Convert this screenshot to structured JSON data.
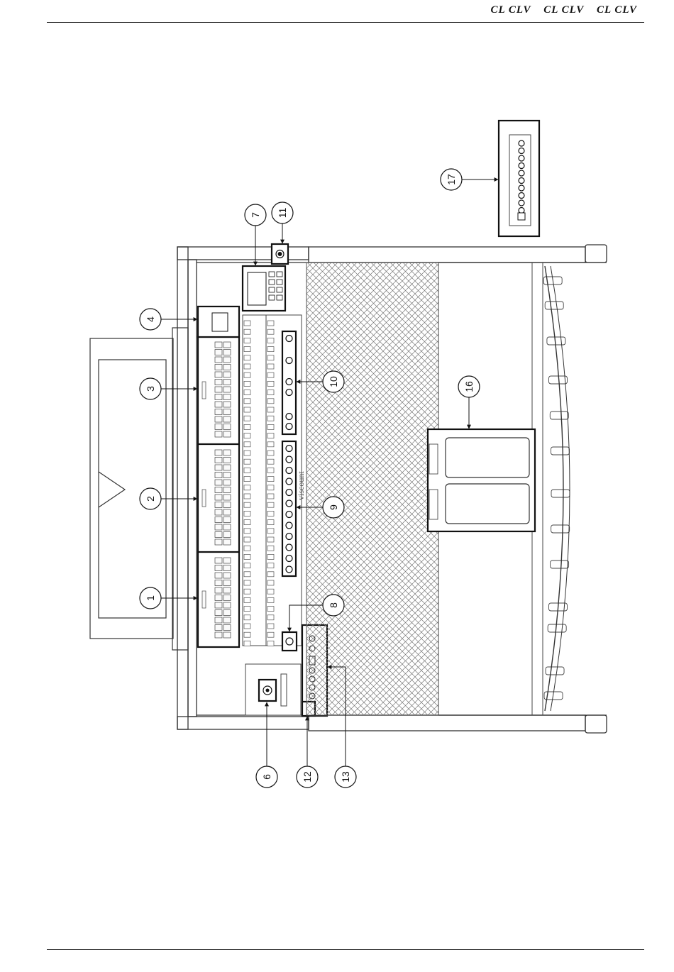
{
  "header": {
    "model_labels": [
      "CL CLV",
      "CL CLV",
      "CL CLV"
    ]
  },
  "console": {
    "brand_text": "viscount"
  },
  "callouts": [
    {
      "id": "1",
      "label": "1"
    },
    {
      "id": "2",
      "label": "2"
    },
    {
      "id": "3",
      "label": "3"
    },
    {
      "id": "4",
      "label": "4"
    },
    {
      "id": "6",
      "label": "6"
    },
    {
      "id": "7",
      "label": "7"
    },
    {
      "id": "8",
      "label": "8"
    },
    {
      "id": "9",
      "label": "9"
    },
    {
      "id": "10",
      "label": "10"
    },
    {
      "id": "11",
      "label": "11"
    },
    {
      "id": "12",
      "label": "12"
    },
    {
      "id": "13",
      "label": "13"
    },
    {
      "id": "16",
      "label": "16"
    },
    {
      "id": "17",
      "label": "17"
    }
  ],
  "colors": {
    "line": "#222222",
    "panel_fill": "#f4f4f4",
    "highlight": "#000000"
  }
}
